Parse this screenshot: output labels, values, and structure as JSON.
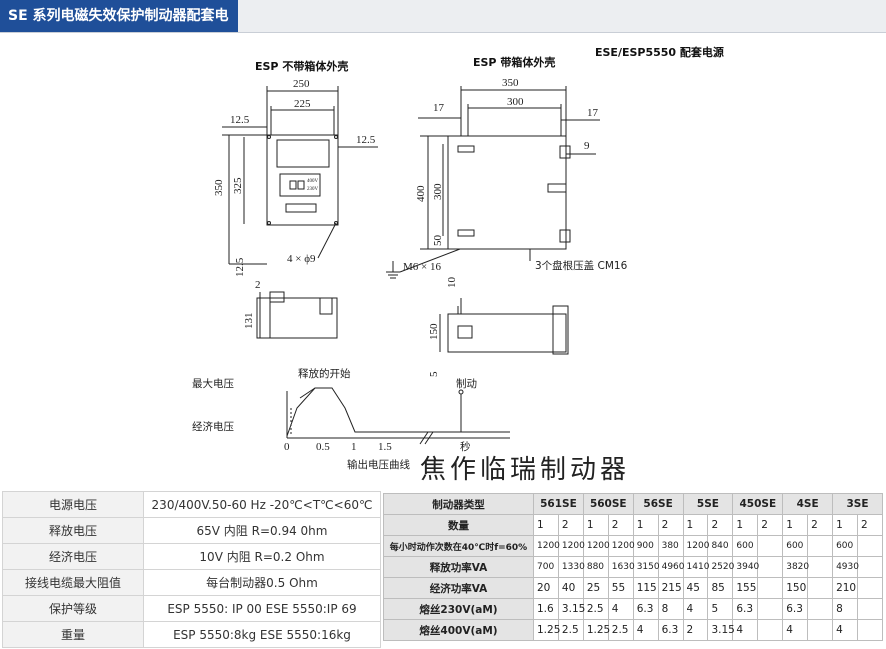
{
  "header": {
    "title": "SE 系列电磁失效保护制动器配套电源"
  },
  "drawing": {
    "label_no_box": "ESP 不带箱体外壳",
    "label_box": "ESP 带箱体外壳",
    "label_series": "ESE/ESP5550 配套电源",
    "d250": "250",
    "d225": "225",
    "d12_5a": "12.5",
    "d12_5b": "12.5",
    "d12_5c": "12.5",
    "d350": "350",
    "d325": "325",
    "d4phi9": "4 × ϕ9",
    "d2": "2",
    "d131": "131",
    "b350": "350",
    "b300": "300",
    "b17a": "17",
    "b17b": "17",
    "b9": "9",
    "b400": "400",
    "b300v": "300",
    "b50": "50",
    "bm6": "M6 × 16",
    "b_gland": "3个盘根压盖 CM16",
    "b10": "10",
    "b150": "150",
    "b5": "5",
    "volt400": "400V",
    "volt230": "230V",
    "curve_max": "最大电压",
    "curve_eco": "经济电压",
    "curve_release": "释放的开始",
    "curve_brake": "制动",
    "curve_title": "输出电压曲线",
    "t0": "0",
    "t05": "0.5",
    "t1": "1",
    "t15": "1.5",
    "tsec": "秒"
  },
  "watermark": "焦作临瑞制动器",
  "spec_table": [
    {
      "key": "电源电压",
      "value": "230/400V.50-60 Hz -20℃<T℃<60℃"
    },
    {
      "key": "释放电压",
      "value": "65V 内阻 R=0.94 0hm"
    },
    {
      "key": "经济电压",
      "value": "10V 内阻 R=0.2 Ohm"
    },
    {
      "key": "接线电缆最大阻值",
      "value": "每台制动器0.5 Ohm"
    },
    {
      "key": "保护等级",
      "value": "ESP 5550: IP 00 ESE 5550:IP 69"
    },
    {
      "key": "重量",
      "value": "ESP 5550:8kg ESE 5550:16kg"
    }
  ],
  "brake_table": {
    "header_label": "制动器类型",
    "models": [
      "561SE",
      "560SE",
      "56SE",
      "5SE",
      "450SE",
      "4SE",
      "3SE"
    ],
    "qty_label": "数量",
    "qty": [
      "1",
      "2",
      "1",
      "2",
      "1",
      "2",
      "1",
      "2",
      "1",
      "2",
      "1",
      "2",
      "1",
      "2"
    ],
    "rows": [
      {
        "label": "每小时动作次数在40℃时f=60%",
        "cells": [
          "1200",
          "1200",
          "1200",
          "1200",
          "900",
          "380",
          "1200",
          "840",
          "600",
          "",
          "600",
          "",
          "600",
          ""
        ]
      },
      {
        "label": "释放功率VA",
        "cells": [
          "700",
          "1330",
          "880",
          "1630",
          "3150",
          "4960",
          "1410",
          "2520",
          "3940",
          "",
          "3820",
          "",
          "4930",
          ""
        ]
      },
      {
        "label": "经济功率VA",
        "cells": [
          "20",
          "40",
          "25",
          "55",
          "115",
          "215",
          "45",
          "85",
          "155",
          "",
          "150",
          "",
          "210",
          ""
        ]
      },
      {
        "label": "熔丝230V(aM)",
        "cells": [
          "1.6",
          "3.15",
          "2.5",
          "4",
          "6.3",
          "8",
          "4",
          "5",
          "6.3",
          "",
          "6.3",
          "",
          "8",
          ""
        ]
      },
      {
        "label": "熔丝400V(aM)",
        "cells": [
          "1.25",
          "2.5",
          "1.25",
          "2.5",
          "4",
          "6.3",
          "2",
          "3.15",
          "4",
          "",
          "4",
          "",
          "4",
          ""
        ]
      }
    ]
  }
}
